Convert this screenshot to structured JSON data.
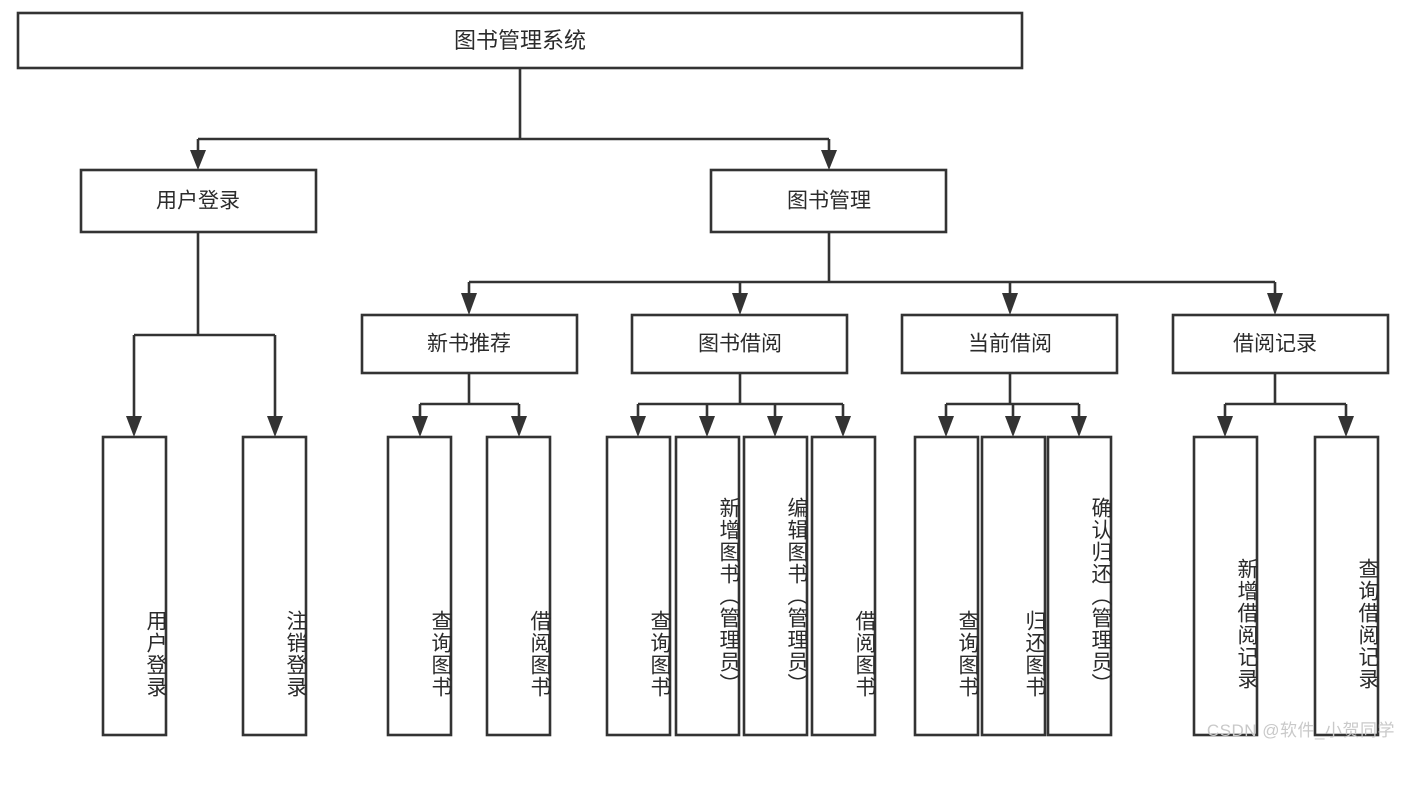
{
  "diagram": {
    "title": "图书管理系统",
    "watermark": "CSDN @软件_小贺同学",
    "type": "hierarchy-tree",
    "levels": 4,
    "root": {
      "id": "root",
      "label": "图书管理系统"
    },
    "level2": [
      {
        "id": "user-login",
        "label": "用户登录"
      },
      {
        "id": "book-manage",
        "label": "图书管理"
      }
    ],
    "level3": [
      {
        "id": "new-book-rec",
        "label": "新书推荐",
        "parent": "book-manage"
      },
      {
        "id": "book-borrow",
        "label": "图书借阅",
        "parent": "book-manage"
      },
      {
        "id": "current-borrow",
        "label": "当前借阅",
        "parent": "book-manage"
      },
      {
        "id": "borrow-record",
        "label": "借阅记录",
        "parent": "book-manage"
      }
    ],
    "leaves": {
      "user_login": [
        {
          "id": "leaf-user-login",
          "label": "用户登录"
        },
        {
          "id": "leaf-logout",
          "label": "注销登录"
        }
      ],
      "new_book_rec": [
        {
          "id": "leaf-query-book-1",
          "label": "查询图书"
        },
        {
          "id": "leaf-borrow-book-1",
          "label": "借阅图书"
        }
      ],
      "book_borrow": [
        {
          "id": "leaf-query-book-2",
          "label": "查询图书"
        },
        {
          "id": "leaf-add-book",
          "label": "新增图书（管理员）"
        },
        {
          "id": "leaf-edit-book",
          "label": "编辑图书（管理员）"
        },
        {
          "id": "leaf-borrow-book-2",
          "label": "借阅图书"
        }
      ],
      "current_borrow": [
        {
          "id": "leaf-query-book-3",
          "label": "查询图书"
        },
        {
          "id": "leaf-return-book",
          "label": "归还图书"
        },
        {
          "id": "leaf-confirm-return",
          "label": "确认归还（管理员）"
        }
      ],
      "borrow_record": [
        {
          "id": "leaf-add-record",
          "label": "新增借阅记录"
        },
        {
          "id": "leaf-query-record",
          "label": "查询借阅记录"
        }
      ]
    },
    "colors": {
      "stroke": "#333333",
      "fill": "#ffffff",
      "text": "#2b2b2b",
      "watermark": "#c9c9c9",
      "background": "#ffffff"
    }
  }
}
